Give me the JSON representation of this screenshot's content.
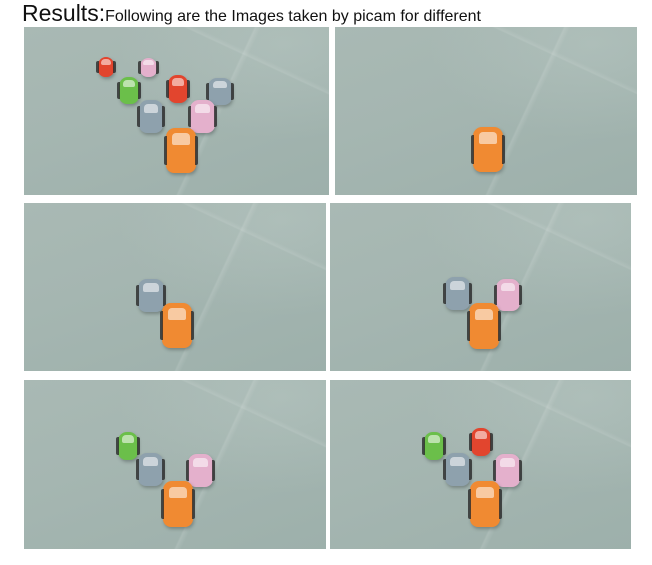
{
  "heading": {
    "title": "Results:",
    "caption": "Following are the Images taken by picam for different"
  },
  "colors": {
    "red": "#e2452e",
    "pink": "#e4b0cc",
    "green": "#6bbf4a",
    "gray": "#8ea1ad",
    "orange": "#f08a32"
  },
  "photos": [
    {
      "cars": [
        "red",
        "pink",
        "green",
        "red",
        "gray",
        "gray",
        "pink",
        "orange"
      ]
    },
    {
      "cars": [
        "orange"
      ]
    },
    {
      "cars": [
        "gray",
        "orange"
      ]
    },
    {
      "cars": [
        "gray",
        "pink",
        "orange"
      ]
    },
    {
      "cars": [
        "green",
        "gray",
        "pink",
        "orange"
      ]
    },
    {
      "cars": [
        "green",
        "red",
        "gray",
        "pink",
        "orange"
      ]
    }
  ]
}
